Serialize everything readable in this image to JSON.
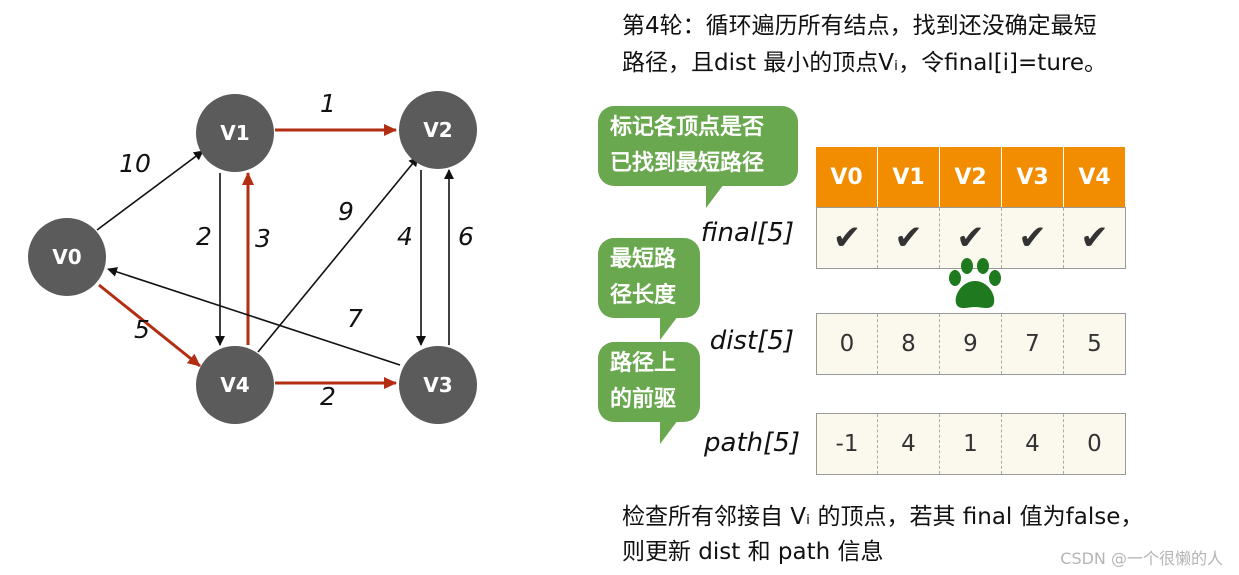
{
  "graph": {
    "nodes": [
      {
        "id": "V0",
        "label": "V0"
      },
      {
        "id": "V1",
        "label": "V1"
      },
      {
        "id": "V2",
        "label": "V2"
      },
      {
        "id": "V3",
        "label": "V3"
      },
      {
        "id": "V4",
        "label": "V4"
      }
    ],
    "edges": [
      {
        "from": "V0",
        "to": "V1",
        "weight": "10",
        "highlight": false
      },
      {
        "from": "V0",
        "to": "V4",
        "weight": "5",
        "highlight": true
      },
      {
        "from": "V1",
        "to": "V2",
        "weight": "1",
        "highlight": true
      },
      {
        "from": "V1",
        "to": "V4",
        "weight": "2",
        "highlight": false
      },
      {
        "from": "V4",
        "to": "V1",
        "weight": "3",
        "highlight": true
      },
      {
        "from": "V4",
        "to": "V2",
        "weight": "9",
        "highlight": false
      },
      {
        "from": "V2",
        "to": "V3",
        "weight": "4",
        "highlight": false
      },
      {
        "from": "V3",
        "to": "V2",
        "weight": "6",
        "highlight": false
      },
      {
        "from": "V3",
        "to": "V0",
        "weight": "7",
        "highlight": false
      },
      {
        "from": "V4",
        "to": "V3",
        "weight": "2",
        "highlight": true
      }
    ],
    "colors": {
      "node": "#5b5b5b",
      "highlight_edge": "#b22d12",
      "edge": "#111111"
    }
  },
  "header": {
    "line1": "第4轮：循环遍历所有结点，找到还没确定最短",
    "line2": "路径，且dist 最小的顶点Vᵢ，令final[i]=ture。"
  },
  "bubbles": {
    "final": {
      "line1": "标记各顶点是否",
      "line2": "已找到最短路径"
    },
    "dist": {
      "line1": "最短路",
      "line2": "径长度"
    },
    "path": {
      "line1": "路径上",
      "line2": "的前驱"
    }
  },
  "table": {
    "headers": [
      "V0",
      "V1",
      "V2",
      "V3",
      "V4"
    ],
    "final_label": "final[5]",
    "final": [
      "✔",
      "✔",
      "✔",
      "✔",
      "✔"
    ],
    "dist_label": "dist[5]",
    "dist": [
      "0",
      "8",
      "9",
      "7",
      "5"
    ],
    "path_label": "path[5]",
    "path": [
      "-1",
      "4",
      "1",
      "4",
      "0"
    ],
    "colors": {
      "header_bg": "#f28c00",
      "cell_bg": "#fbf8ee",
      "bubble": "#6aa84f",
      "paw": "#1f7a1f"
    }
  },
  "footer": {
    "line1": "检查所有邻接自 Vᵢ 的顶点，若其 final 值为false，",
    "line2": "则更新 dist 和 path 信息"
  },
  "watermark": "CSDN @一个很懒的人"
}
